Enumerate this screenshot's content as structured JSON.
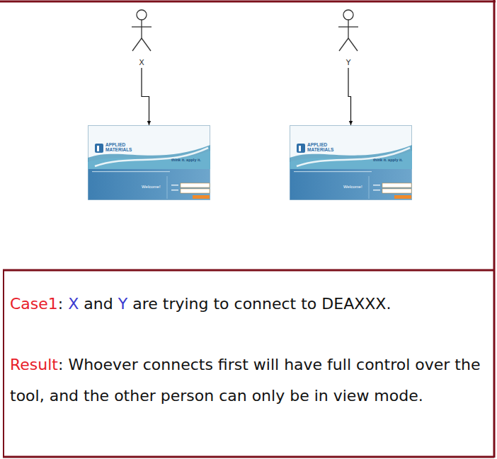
{
  "diagram": {
    "nodes": [
      {
        "text": [
          "X"
        ]
      },
      {
        "text": [
          "Y"
        ]
      },
      {
        "text": [
          "APPLIED MATERIALS",
          "think it. apply it.",
          "Welcome!"
        ]
      },
      {
        "text": [
          "APPLIED MATERIALS",
          "think it. apply it.",
          "Welcome!"
        ]
      }
    ],
    "edges": [
      {
        "from": 0,
        "to": 2,
        "arrow": "to"
      },
      {
        "from": 1,
        "to": 3,
        "arrow": "to"
      }
    ],
    "labels": [
      "Case1",
      ":",
      "X",
      "and",
      "Y",
      "are trying to connect to DEAXXX.",
      "Result",
      ":",
      "Whoever connects first will have full control over the tool, and the other person can only be in view mode."
    ]
  }
}
